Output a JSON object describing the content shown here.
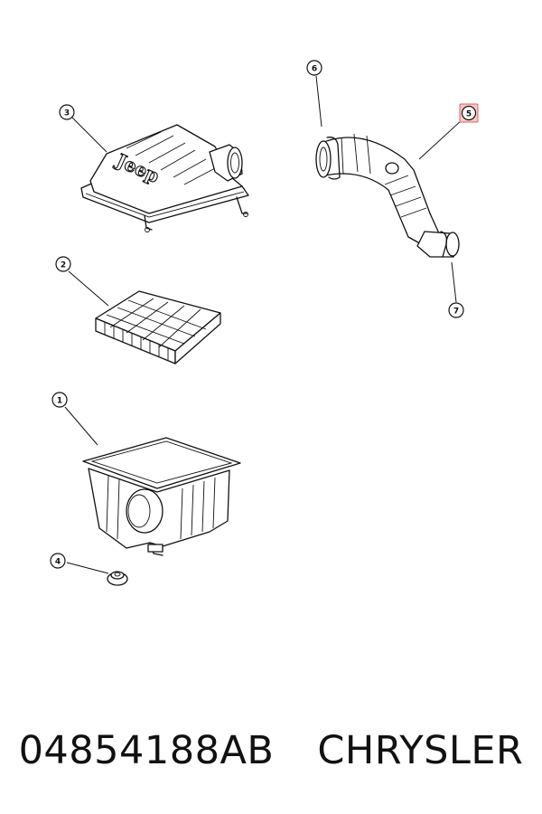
{
  "callouts": [
    {
      "id": "1",
      "label": "1"
    },
    {
      "id": "2",
      "label": "2"
    },
    {
      "id": "3",
      "label": "3"
    },
    {
      "id": "4",
      "label": "4"
    },
    {
      "id": "5",
      "label": "5",
      "highlighted": true
    },
    {
      "id": "6",
      "label": "6"
    },
    {
      "id": "7",
      "label": "7"
    }
  ],
  "logo_text": "Jeep",
  "footer": {
    "part_number": "04854188AB",
    "brand": "CHRYSLER"
  },
  "colors": {
    "line": "#111111",
    "highlight_fill": "#f6c9c9",
    "highlight_stroke": "#e06060",
    "background": "#ffffff"
  }
}
